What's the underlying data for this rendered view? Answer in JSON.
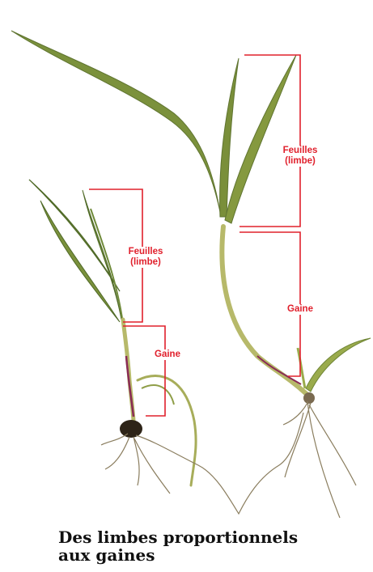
{
  "labels": {
    "right_leaf": "Feuilles\n(limbe)",
    "right_sheath": "Gaine",
    "left_leaf": "Feuilles\n(limbe)",
    "left_sheath": "Gaine"
  },
  "caption": "Des limbes proportionnels\naux gaines",
  "colors": {
    "annotation": "#e0202c",
    "leaf": "#7a8f3a",
    "leaf_dark": "#5f7430",
    "stem": "#b7b96a",
    "root": "#8a7d5e",
    "root_dark": "#2e2418",
    "purple": "#8a2b55"
  }
}
